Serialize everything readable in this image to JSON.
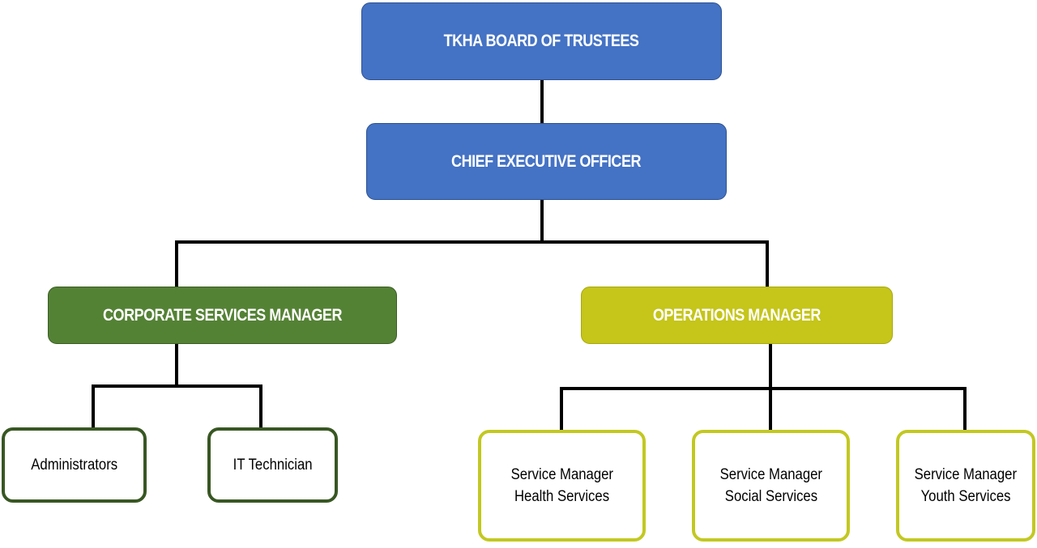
{
  "diagram": {
    "type": "org-chart",
    "nodes": {
      "board": {
        "label": "TKHA BOARD OF TRUSTEES",
        "color": "#4472c4"
      },
      "ceo": {
        "label": "CHIEF EXECUTIVE OFFICER",
        "color": "#4472c4"
      },
      "corporate_services": {
        "label": "CORPORATE SERVICES MANAGER",
        "color": "#548235"
      },
      "operations": {
        "label": "OPERATIONS MANAGER",
        "color": "#c5c51a"
      },
      "administrators": {
        "label": "Administrators",
        "border_color": "#385723"
      },
      "it_technician": {
        "label": "IT Technician",
        "border_color": "#385723"
      },
      "health": {
        "line1": "Service Manager",
        "line2": "Health Services",
        "border_color": "#c2c821"
      },
      "social": {
        "line1": "Service Manager",
        "line2": "Social Services",
        "border_color": "#c2c821"
      },
      "youth": {
        "line1": "Service Manager",
        "line2": "Youth Services",
        "border_color": "#c2c821"
      }
    },
    "edges": [
      [
        "board",
        "ceo"
      ],
      [
        "ceo",
        "corporate_services"
      ],
      [
        "ceo",
        "operations"
      ],
      [
        "corporate_services",
        "administrators"
      ],
      [
        "corporate_services",
        "it_technician"
      ],
      [
        "operations",
        "health"
      ],
      [
        "operations",
        "social"
      ],
      [
        "operations",
        "youth"
      ]
    ]
  }
}
